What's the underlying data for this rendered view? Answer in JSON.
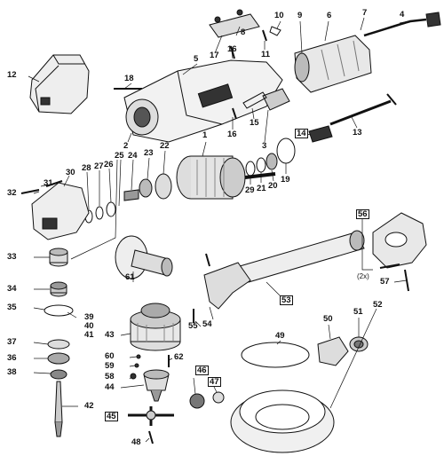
{
  "labels": {
    "l1": "1",
    "l2": "2",
    "l3": "3",
    "l4": "4",
    "l5": "5",
    "l6": "6",
    "l7": "7",
    "l8": "8",
    "l9": "9",
    "l10": "10",
    "l11": "11",
    "l12": "12",
    "l13": "13",
    "l14": "14",
    "l15": "15",
    "l16a": "16",
    "l16b": "16",
    "l17": "17",
    "l18": "18",
    "l19": "19",
    "l20": "20",
    "l21": "21",
    "l22": "22",
    "l23": "23",
    "l24": "24",
    "l25": "25",
    "l26": "26",
    "l27": "27",
    "l28": "28",
    "l29": "29",
    "l30": "30",
    "l31": "31",
    "l32": "32",
    "l33": "33",
    "l34": "34",
    "l35": "35",
    "l36": "36",
    "l37": "37",
    "l38": "38",
    "l39": "39",
    "l40": "40",
    "l41": "41",
    "l42": "42",
    "l43": "43",
    "l44": "44",
    "l45": "45",
    "l46": "46",
    "l47": "47",
    "l48": "48",
    "l49": "49",
    "l50": "50",
    "l51": "51",
    "l52": "52",
    "l53": "53",
    "l54": "54",
    "l55": "55",
    "l56": "56",
    "l57": "57",
    "l58": "58",
    "l59": "59",
    "l60": "60",
    "l61": "61",
    "l62": "62"
  },
  "note_2x": "(2x)"
}
